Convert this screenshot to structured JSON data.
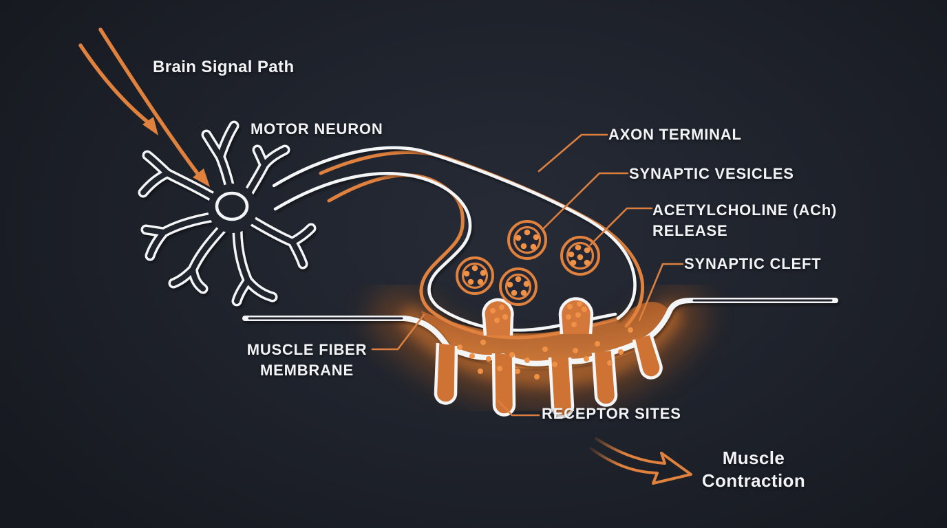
{
  "title": "Neuromuscular Junction Diagram",
  "colors": {
    "background": "#1e222b",
    "line_white": "#f4f5f7",
    "accent_orange": "#e0813e",
    "glow_orange": "#c96a2e",
    "dot_orange": "#ef9147",
    "text": "#f2f3f5"
  },
  "labels": {
    "brain_signal_path": "Brain Signal Path",
    "motor_neuron": "MOTOR NEURON",
    "axon_terminal": "AXON TERMINAL",
    "synaptic_vesicles": "SYNAPTIC VESICLES",
    "acetylcholine_release_line1": "ACETYLCHOLINE (ACh)",
    "acetylcholine_release_line2": "RELEASE",
    "synaptic_cleft": "SYNAPTIC CLEFT",
    "muscle_fiber_membrane_line1": "MUSCLE FIBER",
    "muscle_fiber_membrane_line2": "MEMBRANE",
    "receptor_sites": "RECEPTOR SITES",
    "muscle_contraction_line1": "Muscle",
    "muscle_contraction_line2": "Contraction"
  },
  "parts": [
    "brain-signal-arrows",
    "motor-neuron-cell",
    "axon",
    "axon-terminal-bulb",
    "synaptic-vesicles",
    "acetylcholine-molecules",
    "synaptic-cleft-band",
    "muscle-fiber-membrane",
    "receptor-site-folds",
    "muscle-contraction-arrow"
  ]
}
